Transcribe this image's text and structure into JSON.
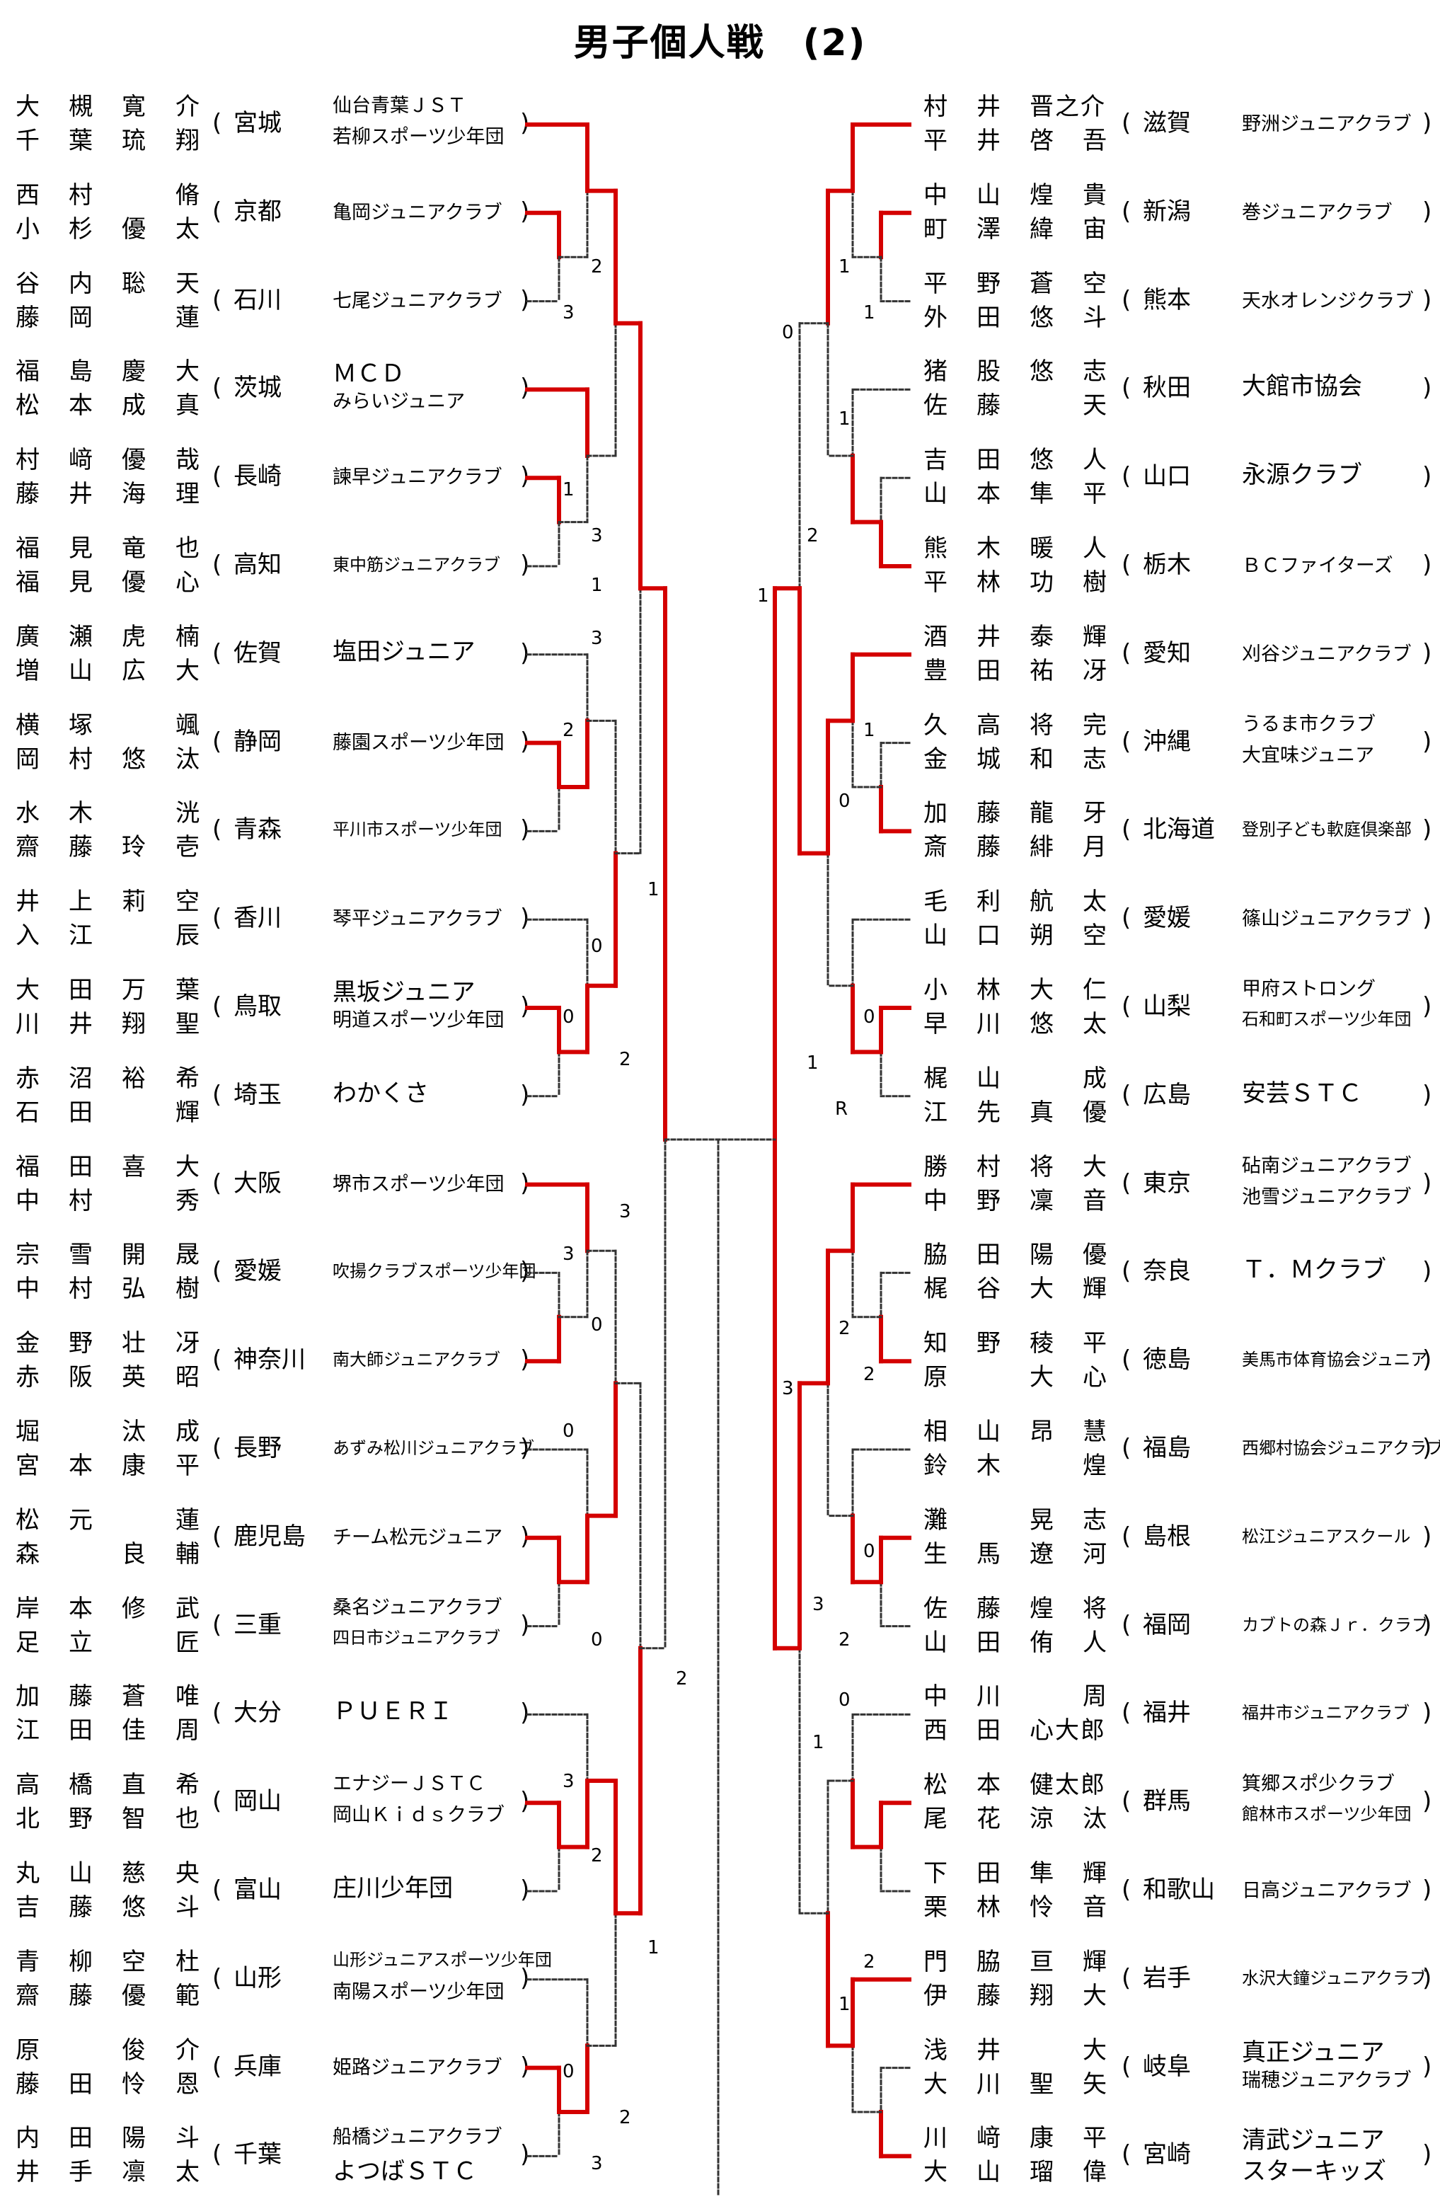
{
  "title": "男子個人戦　(2)",
  "left": [
    {
      "p1": [
        "大",
        "槻",
        "寛",
        "介"
      ],
      "p2": [
        "千",
        "葉",
        "琉",
        "翔"
      ],
      "pref": "宮城",
      "clubs": [
        "仙台青葉ＪＳＴ",
        "若柳スポーツ少年団"
      ]
    },
    {
      "p1": [
        "西",
        "村",
        "",
        "脩"
      ],
      "p2": [
        "小",
        "杉",
        "優",
        "太"
      ],
      "pref": "京都",
      "clubs": [
        "亀岡ジュニアクラブ"
      ]
    },
    {
      "p1": [
        "谷",
        "内",
        "聡",
        "天"
      ],
      "p2": [
        "藤",
        "岡",
        "",
        "蓮"
      ],
      "pref": "石川",
      "clubs": [
        "七尾ジュニアクラブ"
      ]
    },
    {
      "p1": [
        "福",
        "島",
        "慶",
        "大"
      ],
      "p2": [
        "松",
        "本",
        "成",
        "真"
      ],
      "pref": "茨城",
      "clubs": [
        "ＭＣＤ",
        "みらいジュニア"
      ]
    },
    {
      "p1": [
        "村",
        "﨑",
        "優",
        "哉"
      ],
      "p2": [
        "藤",
        "井",
        "海",
        "理"
      ],
      "pref": "長崎",
      "clubs": [
        "諫早ジュニアクラブ"
      ]
    },
    {
      "p1": [
        "福",
        "見",
        "竜",
        "也"
      ],
      "p2": [
        "福",
        "見",
        "優",
        "心"
      ],
      "pref": "高知",
      "clubs": [
        "東中筋ジュニアクラブ"
      ]
    },
    {
      "p1": [
        "廣",
        "瀬",
        "虎",
        "楠"
      ],
      "p2": [
        "増",
        "山",
        "広",
        "大"
      ],
      "pref": "佐賀",
      "clubs": [
        "塩田ジュニア"
      ]
    },
    {
      "p1": [
        "横",
        "塚",
        "",
        "颯"
      ],
      "p2": [
        "岡",
        "村",
        "悠",
        "汰"
      ],
      "pref": "静岡",
      "clubs": [
        "藤園スポーツ少年団"
      ]
    },
    {
      "p1": [
        "水",
        "木",
        "",
        "洸"
      ],
      "p2": [
        "齋",
        "藤",
        "玲",
        "壱"
      ],
      "pref": "青森",
      "clubs": [
        "平川市スポーツ少年団"
      ]
    },
    {
      "p1": [
        "井",
        "上",
        "莉",
        "空"
      ],
      "p2": [
        "入",
        "江",
        "",
        "辰"
      ],
      "pref": "香川",
      "clubs": [
        "琴平ジュニアクラブ"
      ]
    },
    {
      "p1": [
        "大",
        "田",
        "万",
        "葉"
      ],
      "p2": [
        "川",
        "井",
        "翔",
        "聖"
      ],
      "pref": "鳥取",
      "clubs": [
        "黒坂ジュニア",
        "明道スポーツ少年団"
      ]
    },
    {
      "p1": [
        "赤",
        "沼",
        "裕",
        "希"
      ],
      "p2": [
        "石",
        "田",
        "",
        "輝"
      ],
      "pref": "埼玉",
      "clubs": [
        "わかくさ"
      ]
    },
    {
      "p1": [
        "福",
        "田",
        "喜",
        "大"
      ],
      "p2": [
        "中",
        "村",
        "",
        "秀"
      ],
      "pref": "大阪",
      "clubs": [
        "堺市スポーツ少年団"
      ]
    },
    {
      "p1": [
        "宗",
        "雪",
        "開",
        "晟"
      ],
      "p2": [
        "中",
        "村",
        "弘",
        "樹"
      ],
      "pref": "愛媛",
      "clubs": [
        "吹揚クラブスポーツ少年団"
      ]
    },
    {
      "p1": [
        "金",
        "野",
        "壮",
        "冴"
      ],
      "p2": [
        "赤",
        "阪",
        "英",
        "昭"
      ],
      "pref": "神奈川",
      "clubs": [
        "南大師ジュニアクラブ"
      ]
    },
    {
      "p1": [
        "堀",
        "",
        "汰",
        "成"
      ],
      "p2": [
        "宮",
        "本",
        "康",
        "平"
      ],
      "pref": "長野",
      "clubs": [
        "あずみ松川ジュニアクラブ"
      ]
    },
    {
      "p1": [
        "松",
        "元",
        "",
        "蓮"
      ],
      "p2": [
        "森",
        "",
        "良",
        "輔"
      ],
      "pref": "鹿児島",
      "clubs": [
        "チーム松元ジュニア"
      ]
    },
    {
      "p1": [
        "岸",
        "本",
        "修",
        "武"
      ],
      "p2": [
        "足",
        "立",
        "",
        "匠"
      ],
      "pref": "三重",
      "clubs": [
        "桑名ジュニアクラブ",
        "四日市ジュニアクラブ"
      ]
    },
    {
      "p1": [
        "加",
        "藤",
        "蒼",
        "唯"
      ],
      "p2": [
        "江",
        "田",
        "佳",
        "周"
      ],
      "pref": "大分",
      "clubs": [
        "ＰＵＥＲＩ"
      ]
    },
    {
      "p1": [
        "高",
        "橋",
        "直",
        "希"
      ],
      "p2": [
        "北",
        "野",
        "智",
        "也"
      ],
      "pref": "岡山",
      "clubs": [
        "エナジーＪＳＴＣ",
        "岡山Ｋｉｄｓクラブ"
      ]
    },
    {
      "p1": [
        "丸",
        "山",
        "慈",
        "央"
      ],
      "p2": [
        "吉",
        "藤",
        "悠",
        "斗"
      ],
      "pref": "富山",
      "clubs": [
        "庄川少年団"
      ]
    },
    {
      "p1": [
        "青",
        "柳",
        "空",
        "杜"
      ],
      "p2": [
        "齋",
        "藤",
        "優",
        "範"
      ],
      "pref": "山形",
      "clubs": [
        "山形ジュニアスポーツ少年団",
        "南陽スポーツ少年団"
      ]
    },
    {
      "p1": [
        "原",
        "",
        "俊",
        "介"
      ],
      "p2": [
        "藤",
        "田",
        "怜",
        "恩"
      ],
      "pref": "兵庫",
      "clubs": [
        "姫路ジュニアクラブ"
      ]
    },
    {
      "p1": [
        "内",
        "田",
        "陽",
        "斗"
      ],
      "p2": [
        "井",
        "手",
        "凛",
        "太"
      ],
      "pref": "千葉",
      "clubs": [
        "船橋ジュニアクラブ",
        "よつばＳＴＣ"
      ]
    }
  ],
  "right": [
    {
      "p1": [
        "村",
        "井",
        "晋之介",
        ""
      ],
      "p2": [
        "平",
        "井",
        "啓",
        "吾"
      ],
      "pref": "滋賀",
      "clubs": [
        "野洲ジュニアクラブ"
      ]
    },
    {
      "p1": [
        "中",
        "山",
        "煌",
        "貴"
      ],
      "p2": [
        "町",
        "澤",
        "緯",
        "宙"
      ],
      "pref": "新潟",
      "clubs": [
        "巻ジュニアクラブ"
      ]
    },
    {
      "p1": [
        "平",
        "野",
        "蒼",
        "空"
      ],
      "p2": [
        "外",
        "田",
        "悠",
        "斗"
      ],
      "pref": "熊本",
      "clubs": [
        "天水オレンジクラブ"
      ]
    },
    {
      "p1": [
        "猪",
        "股",
        "悠",
        "志"
      ],
      "p2": [
        "佐",
        "藤",
        "",
        "天"
      ],
      "pref": "秋田",
      "clubs": [
        "大館市協会"
      ]
    },
    {
      "p1": [
        "吉",
        "田",
        "悠",
        "人"
      ],
      "p2": [
        "山",
        "本",
        "隼",
        "平"
      ],
      "pref": "山口",
      "clubs": [
        "永源クラブ"
      ]
    },
    {
      "p1": [
        "熊",
        "木",
        "暖",
        "人"
      ],
      "p2": [
        "平",
        "林",
        "功",
        "樹"
      ],
      "pref": "栃木",
      "clubs": [
        "ＢＣファイターズ"
      ]
    },
    {
      "p1": [
        "酒",
        "井",
        "泰",
        "輝"
      ],
      "p2": [
        "豊",
        "田",
        "祐",
        "冴"
      ],
      "pref": "愛知",
      "clubs": [
        "刈谷ジュニアクラブ"
      ]
    },
    {
      "p1": [
        "久",
        "高",
        "将",
        "完"
      ],
      "p2": [
        "金",
        "城",
        "和",
        "志"
      ],
      "pref": "沖縄",
      "clubs": [
        "うるま市クラブ",
        "大宜味ジュニア"
      ]
    },
    {
      "p1": [
        "加",
        "藤",
        "龍",
        "牙"
      ],
      "p2": [
        "斎",
        "藤",
        "緋",
        "月"
      ],
      "pref": "北海道",
      "clubs": [
        "登別子ども軟庭倶楽部"
      ]
    },
    {
      "p1": [
        "毛",
        "利",
        "航",
        "太"
      ],
      "p2": [
        "山",
        "口",
        "朔",
        "空"
      ],
      "pref": "愛媛",
      "clubs": [
        "篠山ジュニアクラブ"
      ]
    },
    {
      "p1": [
        "小",
        "林",
        "大",
        "仁"
      ],
      "p2": [
        "早",
        "川",
        "悠",
        "太"
      ],
      "pref": "山梨",
      "clubs": [
        "甲府ストロング",
        "石和町スポーツ少年団"
      ]
    },
    {
      "p1": [
        "梶",
        "山",
        "",
        "成"
      ],
      "p2": [
        "江",
        "先",
        "真",
        "優"
      ],
      "pref": "広島",
      "clubs": [
        "安芸ＳＴＣ"
      ]
    },
    {
      "p1": [
        "勝",
        "村",
        "将",
        "大"
      ],
      "p2": [
        "中",
        "野",
        "凜",
        "音"
      ],
      "pref": "東京",
      "clubs": [
        "砧南ジュニアクラブ",
        "池雪ジュニアクラブ"
      ]
    },
    {
      "p1": [
        "脇",
        "田",
        "陽",
        "優"
      ],
      "p2": [
        "梶",
        "谷",
        "大",
        "輝"
      ],
      "pref": "奈良",
      "clubs": [
        "Ｔ．Ｍクラブ"
      ]
    },
    {
      "p1": [
        "知",
        "野",
        "稜",
        "平"
      ],
      "p2": [
        "原",
        "",
        "大",
        "心"
      ],
      "pref": "徳島",
      "clubs": [
        "美馬市体育協会ジュニア"
      ]
    },
    {
      "p1": [
        "相",
        "山",
        "昂",
        "慧"
      ],
      "p2": [
        "鈴",
        "木",
        "",
        "煌"
      ],
      "pref": "福島",
      "clubs": [
        "西郷村協会ジュニアクラブ"
      ]
    },
    {
      "p1": [
        "灘",
        "",
        "晃",
        "志"
      ],
      "p2": [
        "生",
        "馬",
        "遼",
        "河"
      ],
      "pref": "島根",
      "clubs": [
        "松江ジュニアスクール"
      ]
    },
    {
      "p1": [
        "佐",
        "藤",
        "煌",
        "将"
      ],
      "p2": [
        "山",
        "田",
        "侑",
        "人"
      ],
      "pref": "福岡",
      "clubs": [
        "カブトの森Ｊｒ．クラブ"
      ]
    },
    {
      "p1": [
        "中",
        "川",
        "",
        "周"
      ],
      "p2": [
        "西",
        "田",
        "心大郎",
        ""
      ],
      "pref": "福井",
      "clubs": [
        "福井市ジュニアクラブ"
      ]
    },
    {
      "p1": [
        "松",
        "本",
        "健太郎",
        ""
      ],
      "p2": [
        "尾",
        "花",
        "涼",
        "汰"
      ],
      "pref": "群馬",
      "clubs": [
        "箕郷スポ少クラブ",
        "館林市スポーツ少年団"
      ]
    },
    {
      "p1": [
        "下",
        "田",
        "隼",
        "輝"
      ],
      "p2": [
        "栗",
        "林",
        "怜",
        "音"
      ],
      "pref": "和歌山",
      "clubs": [
        "日高ジュニアクラブ"
      ]
    },
    {
      "p1": [
        "門",
        "脇",
        "亘",
        "輝"
      ],
      "p2": [
        "伊",
        "藤",
        "翔",
        "大"
      ],
      "pref": "岩手",
      "clubs": [
        "水沢大鐘ジュニアクラブ"
      ]
    },
    {
      "p1": [
        "浅",
        "井",
        "",
        "大"
      ],
      "p2": [
        "大",
        "川",
        "聖",
        "矢"
      ],
      "pref": "岐阜",
      "clubs": [
        "真正ジュニア",
        "瑞穂ジュニアクラブ"
      ]
    },
    {
      "p1": [
        "川",
        "﨑",
        "康",
        "平"
      ],
      "p2": [
        "大",
        "山",
        "瑠",
        "偉"
      ],
      "pref": "宮崎",
      "clubs": [
        "清武ジュニア",
        "スターキッズ"
      ]
    }
  ],
  "left_scores": [
    {
      "r": 1,
      "m": 0,
      "w": 0,
      "t": "2"
    },
    {
      "r": 1,
      "m": 0,
      "w": 2,
      "t": "3"
    },
    {
      "r": 1,
      "m": 1,
      "w": 0,
      "t": "1"
    },
    {
      "r": 1,
      "m": 1,
      "w": 2,
      "t": "1"
    },
    {
      "r": 1,
      "m": 2,
      "w": 0,
      "t": "3"
    },
    {
      "r": 1,
      "m": 2,
      "w": 1,
      "t": "2"
    },
    {
      "r": 1,
      "m": 3,
      "w": 0,
      "t": "0"
    },
    {
      "r": 1,
      "m": 3,
      "w": 1,
      "t": "0"
    },
    {
      "r": 1,
      "m": 4,
      "w": 0,
      "t": "3"
    },
    {
      "r": 1,
      "m": 4,
      "w": 1,
      "t": "3"
    },
    {
      "r": 1,
      "m": 4,
      "w": 2,
      "t": "0"
    },
    {
      "r": 1,
      "m": 5,
      "w": 0,
      "t": "0"
    },
    {
      "r": 1,
      "m": 5,
      "w": 2,
      "t": "0"
    },
    {
      "r": 1,
      "m": 6,
      "w": 0,
      "t": "3"
    },
    {
      "r": 1,
      "m": 6,
      "w": 1,
      "t": "2"
    },
    {
      "r": 1,
      "m": 7,
      "w": 0,
      "t": "0"
    },
    {
      "r": 1,
      "m": 7,
      "w": 2,
      "t": "3"
    },
    {
      "r": 2,
      "m": 1,
      "w": 0,
      "t": "3"
    },
    {
      "r": 2,
      "m": 2,
      "w": 0,
      "t": "1"
    },
    {
      "r": 2,
      "m": 3,
      "w": 0,
      "t": "2"
    },
    {
      "r": 2,
      "m": 4,
      "w": 0,
      "t": "3"
    },
    {
      "r": 2,
      "m": 6,
      "w": 0,
      "t": "1"
    },
    {
      "r": 2,
      "m": 7,
      "w": 0,
      "t": "2"
    },
    {
      "r": 3,
      "m": 2,
      "w": 0,
      "t": "2"
    }
  ],
  "right_scores": [
    {
      "r": 2,
      "m": 0,
      "t": "0"
    },
    {
      "r": 1,
      "m": 0,
      "t": "1"
    },
    {
      "r": 1,
      "m": 0,
      "t2": "1"
    },
    {
      "r": 1,
      "m": 1,
      "t": "1"
    },
    {
      "r": 2,
      "m": 1,
      "t": "2"
    },
    {
      "r": 3,
      "m": 0,
      "t": "1"
    },
    {
      "r": 1,
      "m": 2,
      "t": "1"
    },
    {
      "r": 1,
      "m": 2,
      "t2": "0"
    },
    {
      "r": 1,
      "m": 3,
      "t": "0"
    },
    {
      "r": 2,
      "m": 3,
      "t": "1"
    },
    {
      "r": 1,
      "m": 3,
      "t2": "R"
    },
    {
      "r": 1,
      "m": 4,
      "t": "2"
    },
    {
      "r": 1,
      "m": 4,
      "t2": "2"
    },
    {
      "r": 3,
      "m": 2,
      "t": "3"
    },
    {
      "r": 1,
      "m": 5,
      "t": "0"
    },
    {
      "r": 2,
      "m": 5,
      "t": "3"
    },
    {
      "r": 1,
      "m": 5,
      "t2": "2"
    },
    {
      "r": 1,
      "m": 6,
      "t": "0"
    },
    {
      "r": 2,
      "m": 6,
      "t": "1"
    },
    {
      "r": 1,
      "m": 7,
      "t": "2"
    },
    {
      "r": 1,
      "m": 7,
      "t2": "1"
    }
  ]
}
